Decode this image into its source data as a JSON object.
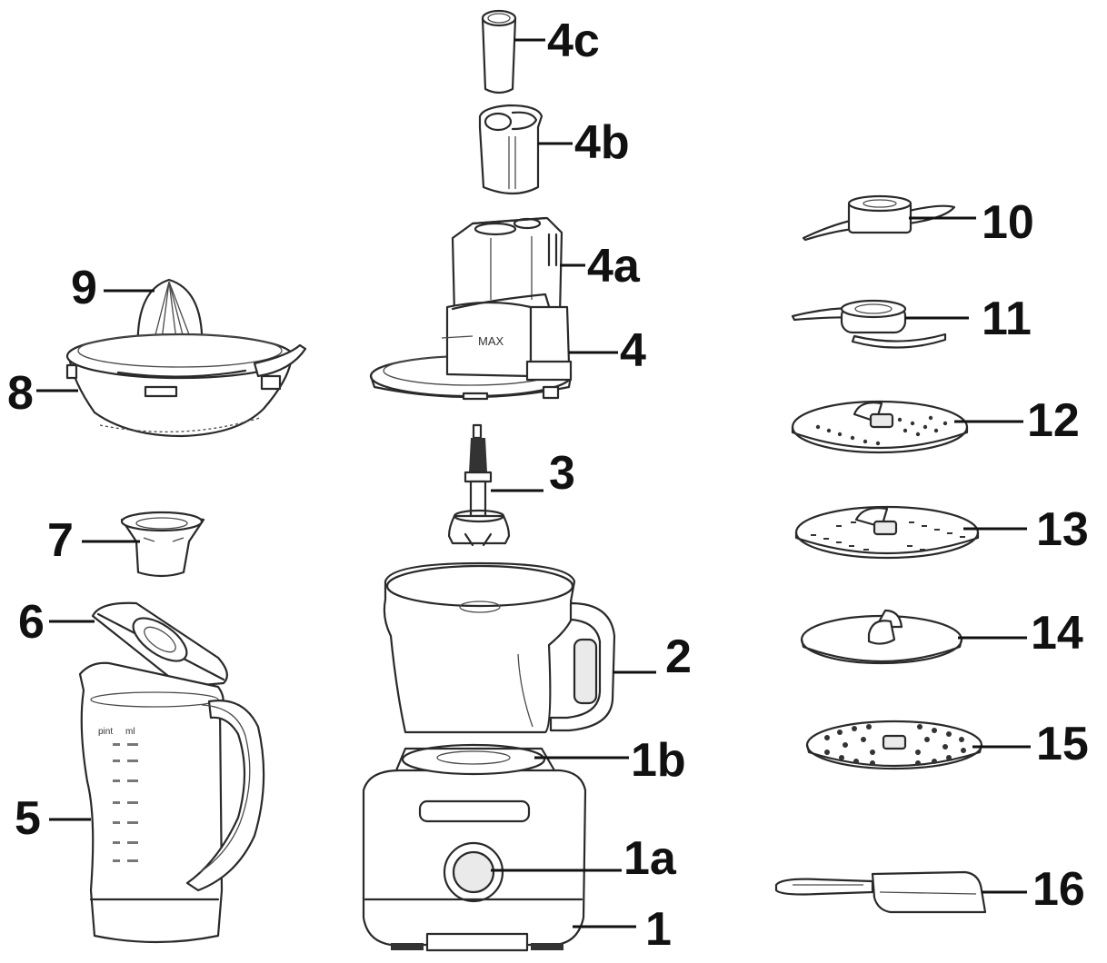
{
  "labels": {
    "l1": "1",
    "l1a": "1a",
    "l1b": "1b",
    "l2": "2",
    "l3": "3",
    "l4": "4",
    "l4a": "4a",
    "l4b": "4b",
    "l4c": "4c",
    "l5": "5",
    "l6": "6",
    "l7": "7",
    "l8": "8",
    "l9": "9",
    "l10": "10",
    "l11": "11",
    "l12": "12",
    "l13": "13",
    "l14": "14",
    "l15": "15",
    "l16": "16"
  },
  "markings": {
    "max": "MAX",
    "jug_header_left": "pint",
    "jug_header_right": "ml"
  }
}
